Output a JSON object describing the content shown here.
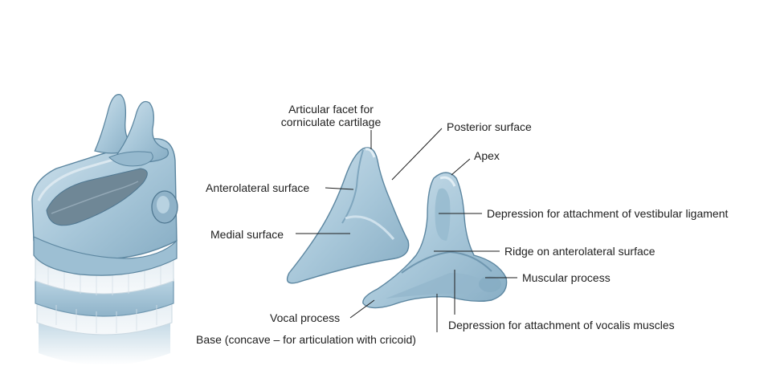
{
  "labels": {
    "articular_facet_line1": "Articular facet for",
    "articular_facet_line2": "corniculate cartilage",
    "posterior_surface": "Posterior surface",
    "apex": "Apex",
    "anterolateral_surface": "Anterolateral surface",
    "depression_vestibular": "Depression for attachment of vestibular ligament",
    "medial_surface": "Medial surface",
    "ridge_anterolateral": "Ridge on anterolateral surface",
    "muscular_process": "Muscular process",
    "vocal_process": "Vocal process",
    "depression_vocalis": "Depression for attachment of vocalis muscles",
    "base": "Base (concave – for articulation with cricoid)"
  },
  "colors": {
    "cartilage_fill": "#a9c8da",
    "cartilage_dark": "#7fa6be",
    "cartilage_light": "#d3e4ee",
    "outline": "#5c86a0",
    "leader": "#1e1e1e",
    "text": "#1e1e1e"
  }
}
